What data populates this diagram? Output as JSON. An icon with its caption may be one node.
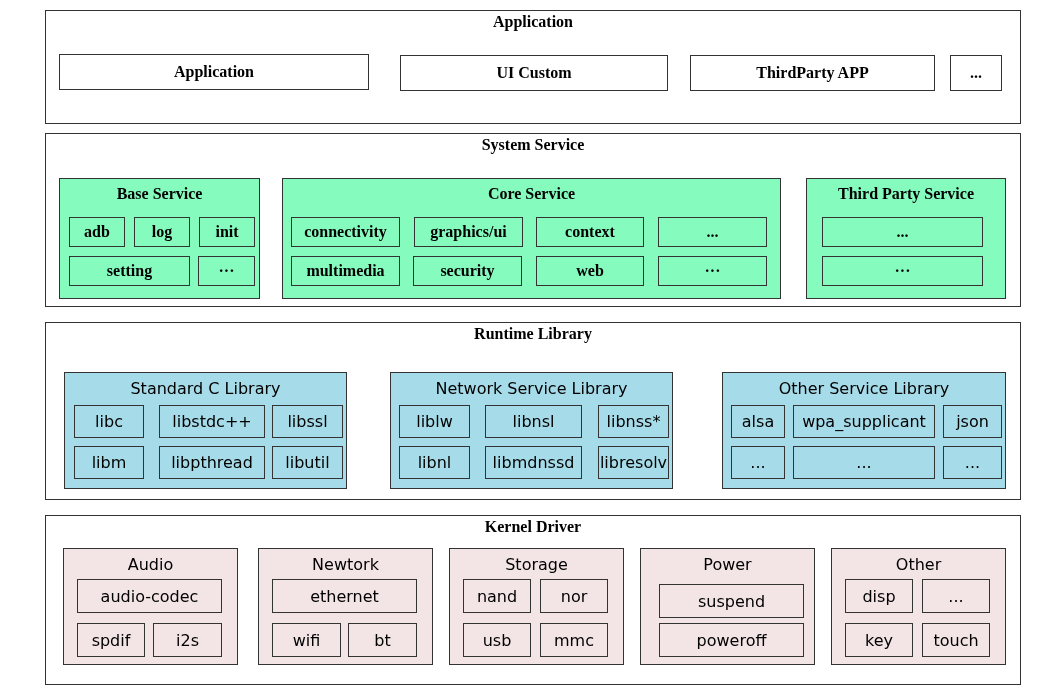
{
  "diagram": {
    "nodes": [
      {
        "text": [
          "Application"
        ]
      },
      {
        "text": [
          "Application"
        ],
        "in": 0
      },
      {
        "text": [
          "UI Custom"
        ],
        "in": 0
      },
      {
        "text": [
          "ThirdParty APP"
        ],
        "in": 0
      },
      {
        "text": [
          "..."
        ],
        "in": 0
      },
      {
        "text": [
          "System Service"
        ]
      },
      {
        "text": [
          "Base Service"
        ],
        "in": 5
      },
      {
        "text": [
          "adb"
        ],
        "in": 6
      },
      {
        "text": [
          "log"
        ],
        "in": 6
      },
      {
        "text": [
          "init"
        ],
        "in": 6
      },
      {
        "text": [
          "setting"
        ],
        "in": 6
      },
      {
        "text": [
          "···"
        ],
        "in": 6
      },
      {
        "text": [
          "Core Service"
        ],
        "in": 5
      },
      {
        "text": [
          "connectivity"
        ],
        "in": 12
      },
      {
        "text": [
          "graphics/ui"
        ],
        "in": 12
      },
      {
        "text": [
          "context"
        ],
        "in": 12
      },
      {
        "text": [
          "..."
        ],
        "in": 12
      },
      {
        "text": [
          "multimedia"
        ],
        "in": 12
      },
      {
        "text": [
          "security"
        ],
        "in": 12
      },
      {
        "text": [
          "web"
        ],
        "in": 12
      },
      {
        "text": [
          "···"
        ],
        "in": 12
      },
      {
        "text": [
          "Third Party Service"
        ],
        "in": 5
      },
      {
        "text": [
          "..."
        ],
        "in": 21
      },
      {
        "text": [
          "···"
        ],
        "in": 21
      },
      {
        "text": [
          "Runtime Library"
        ]
      },
      {
        "text": [
          "Standard C Library"
        ],
        "in": 24
      },
      {
        "text": [
          "libc"
        ],
        "in": 25
      },
      {
        "text": [
          "libstdc++"
        ],
        "in": 25
      },
      {
        "text": [
          "libssl"
        ],
        "in": 25
      },
      {
        "text": [
          "libm"
        ],
        "in": 25
      },
      {
        "text": [
          "libpthread"
        ],
        "in": 25
      },
      {
        "text": [
          "libutil"
        ],
        "in": 25
      },
      {
        "text": [
          "Network Service Library"
        ],
        "in": 24
      },
      {
        "text": [
          "liblw"
        ],
        "in": 32
      },
      {
        "text": [
          "libnsl"
        ],
        "in": 32
      },
      {
        "text": [
          "libnss*"
        ],
        "in": 32
      },
      {
        "text": [
          "libnl"
        ],
        "in": 32
      },
      {
        "text": [
          "libmdnssd"
        ],
        "in": 32
      },
      {
        "text": [
          "libresolv"
        ],
        "in": 32
      },
      {
        "text": [
          "Other Service Library"
        ],
        "in": 24
      },
      {
        "text": [
          "alsa"
        ],
        "in": 39
      },
      {
        "text": [
          "wpa_supplicant"
        ],
        "in": 39
      },
      {
        "text": [
          "json"
        ],
        "in": 39
      },
      {
        "text": [
          "..."
        ],
        "in": 39
      },
      {
        "text": [
          "..."
        ],
        "in": 39
      },
      {
        "text": [
          "..."
        ],
        "in": 39
      },
      {
        "text": [
          "Kernel Driver"
        ]
      },
      {
        "text": [
          "Audio"
        ],
        "in": 46
      },
      {
        "text": [
          "audio-codec"
        ],
        "in": 47
      },
      {
        "text": [
          "spdif"
        ],
        "in": 47
      },
      {
        "text": [
          "i2s"
        ],
        "in": 47
      },
      {
        "text": [
          "Newtork"
        ],
        "in": 46
      },
      {
        "text": [
          "ethernet"
        ],
        "in": 51
      },
      {
        "text": [
          "wifi"
        ],
        "in": 51
      },
      {
        "text": [
          "bt"
        ],
        "in": 51
      },
      {
        "text": [
          "Storage"
        ],
        "in": 46
      },
      {
        "text": [
          "nand"
        ],
        "in": 55
      },
      {
        "text": [
          "nor"
        ],
        "in": 55
      },
      {
        "text": [
          "usb"
        ],
        "in": 55
      },
      {
        "text": [
          "mmc"
        ],
        "in": 55
      },
      {
        "text": [
          "Power"
        ],
        "in": 46
      },
      {
        "text": [
          "suspend"
        ],
        "in": 60
      },
      {
        "text": [
          "poweroff"
        ],
        "in": 60
      },
      {
        "text": [
          "Other"
        ],
        "in": 46
      },
      {
        "text": [
          "disp"
        ],
        "in": 63
      },
      {
        "text": [
          "..."
        ],
        "in": 63
      },
      {
        "text": [
          "key"
        ],
        "in": 63
      },
      {
        "text": [
          "touch"
        ],
        "in": 63
      }
    ]
  }
}
